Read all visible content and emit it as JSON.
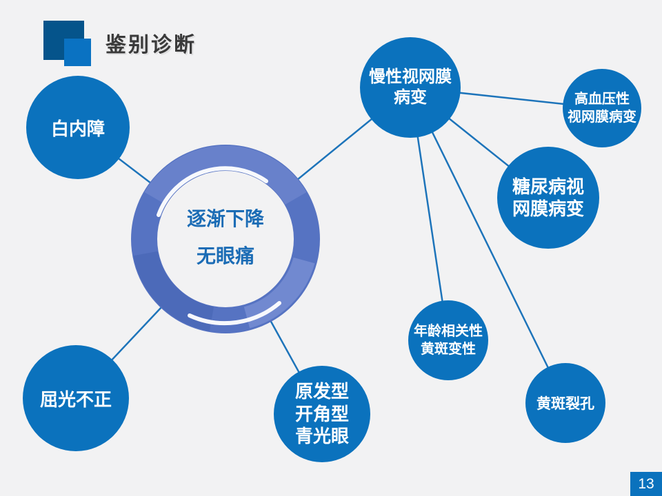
{
  "slide": {
    "title": "鉴别诊断",
    "page_number": "13",
    "center": {
      "label": "逐渐下降\n无眼痛"
    },
    "nodes": [
      {
        "id": "cataract",
        "label": "白内障"
      },
      {
        "id": "chronic-retinopathy",
        "label": "慢性视网膜\n病变"
      },
      {
        "id": "hypertensive-retinopathy",
        "label": "高血压性\n视网膜病变"
      },
      {
        "id": "diabetic-retinopathy",
        "label": "糖尿病视\n网膜病变"
      },
      {
        "id": "age-related-macular-degeneration",
        "label": "年龄相关性\n黄斑变性"
      },
      {
        "id": "macular-hole",
        "label": "黄斑裂孔"
      },
      {
        "id": "primary-open-angle-glaucoma",
        "label": "原发型\n开角型\n青光眼"
      },
      {
        "id": "refractive-error",
        "label": "屈光不正"
      }
    ],
    "colors": {
      "bg": "#f2f2f3",
      "node-blue": "#0b72bd",
      "line-blue": "#1d74ba",
      "ring-blue": "#5673c2",
      "text-blue": "#1b6cb5",
      "accent-dark": "#05548b",
      "accent-light": "#0a72c2",
      "title-color": "#3a3a3a"
    }
  }
}
